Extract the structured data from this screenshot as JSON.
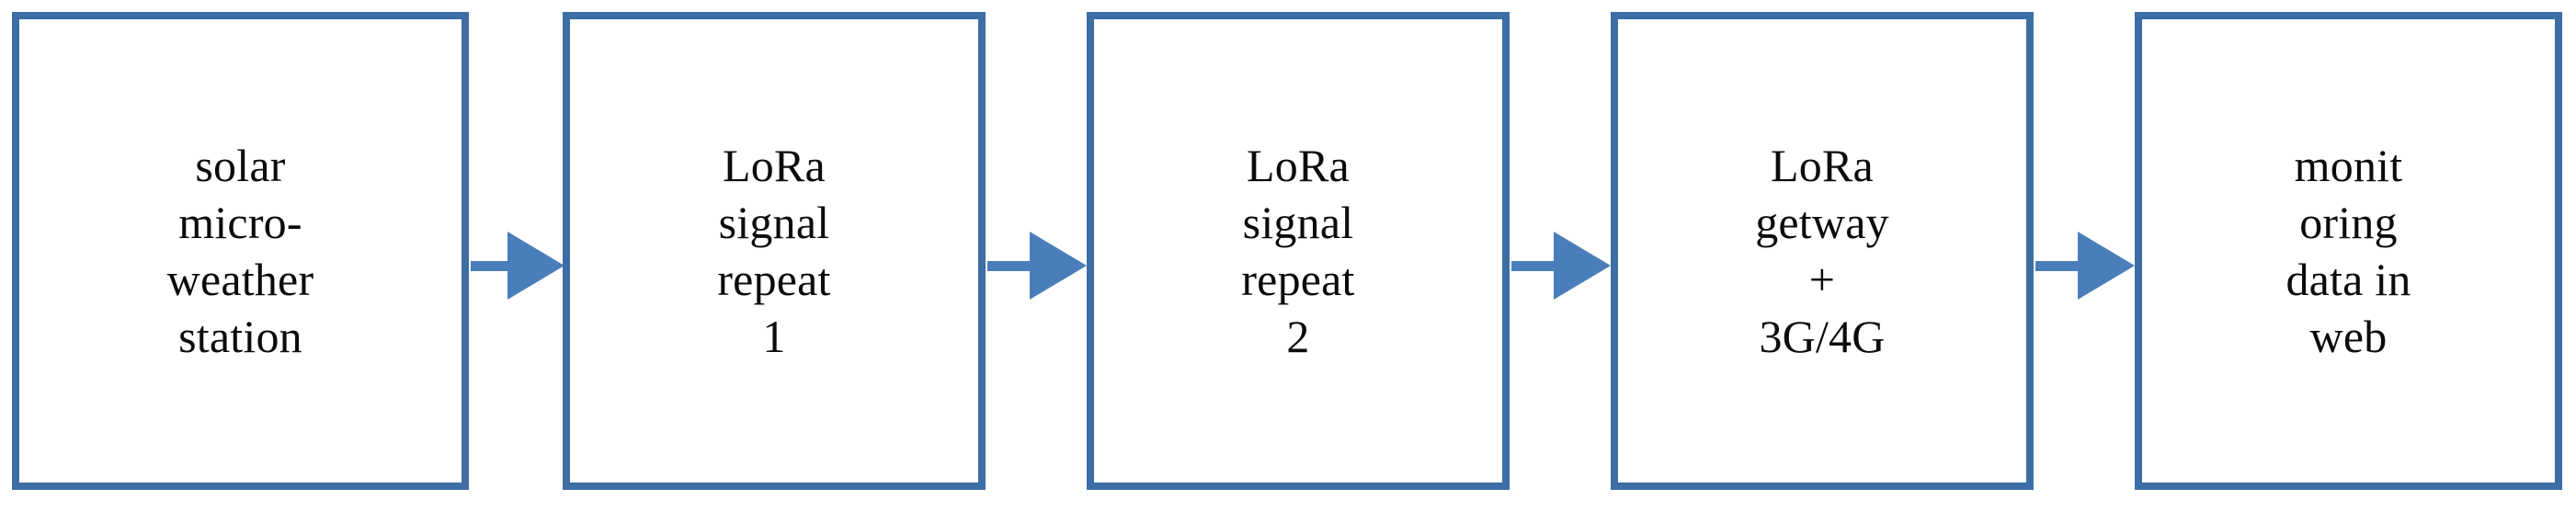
{
  "diagram": {
    "type": "flowchart",
    "orientation": "horizontal",
    "colors": {
      "box_border": "#3C6EA5",
      "box_fill": "#FFFFFF",
      "arrow": "#4A7EBB",
      "text": "#0B0B0B",
      "background": "#FFFFFF"
    },
    "nodes": [
      {
        "id": "node-1",
        "label": "solar\nmicro-\nweather\nstation",
        "lines": [
          "solar",
          "micro-",
          "weather",
          "station"
        ]
      },
      {
        "id": "node-2",
        "label": "LoRa\nsignal\nrepeat\n1",
        "lines": [
          "LoRa",
          "signal",
          "repeat",
          "1"
        ]
      },
      {
        "id": "node-3",
        "label": "LoRa\nsignal\nrepeat\n2",
        "lines": [
          "LoRa",
          "signal",
          "repeat",
          "2"
        ]
      },
      {
        "id": "node-4",
        "label": "LoRa\ngetway\n+\n3G/4G",
        "lines": [
          "LoRa",
          "getway",
          "+",
          "3G/4G"
        ]
      },
      {
        "id": "node-5",
        "label": "monit\noring\ndata in\nweb",
        "lines": [
          "monit",
          "oring",
          "data in",
          "web"
        ]
      }
    ],
    "connectors": [
      {
        "id": "arrow-1",
        "from": "node-1",
        "to": "node-2",
        "glyph": "right-arrow"
      },
      {
        "id": "arrow-2",
        "from": "node-2",
        "to": "node-3",
        "glyph": "right-arrow"
      },
      {
        "id": "arrow-3",
        "from": "node-3",
        "to": "node-4",
        "glyph": "right-arrow"
      },
      {
        "id": "arrow-4",
        "from": "node-4",
        "to": "node-5",
        "glyph": "right-arrow"
      }
    ]
  }
}
